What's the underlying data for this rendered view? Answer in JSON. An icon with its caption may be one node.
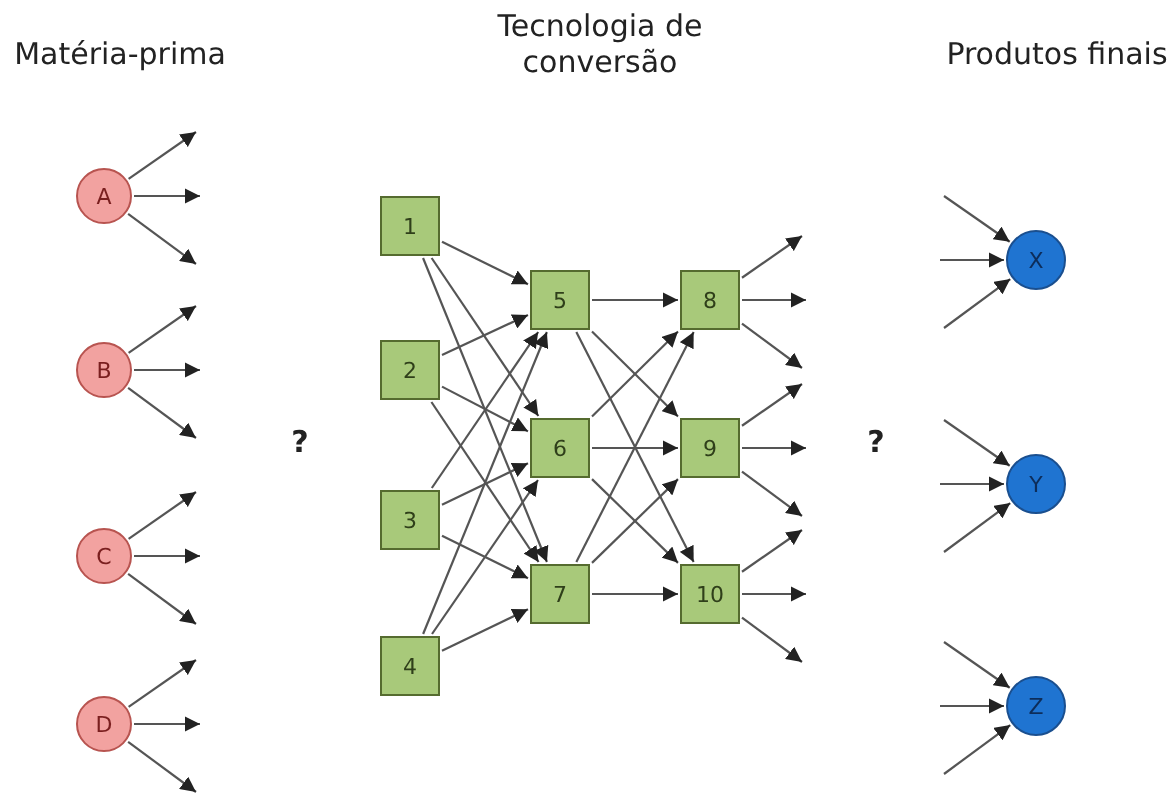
{
  "diagram": {
    "nodes": [
      {
        "text": [
          "A"
        ]
      },
      {
        "text": [
          "B"
        ]
      },
      {
        "text": [
          "C"
        ]
      },
      {
        "text": [
          "D"
        ]
      },
      {
        "text": [
          "1"
        ]
      },
      {
        "text": [
          "2"
        ]
      },
      {
        "text": [
          "3"
        ]
      },
      {
        "text": [
          "4"
        ]
      },
      {
        "text": [
          "5"
        ]
      },
      {
        "text": [
          "6"
        ]
      },
      {
        "text": [
          "7"
        ]
      },
      {
        "text": [
          "8"
        ]
      },
      {
        "text": [
          "9"
        ]
      },
      {
        "text": [
          "10"
        ]
      },
      {
        "text": [
          "X"
        ]
      },
      {
        "text": [
          "Y"
        ]
      },
      {
        "text": [
          "Z"
        ]
      }
    ],
    "edges": [
      {
        "from": 0,
        "to": null,
        "arrow": "to"
      },
      {
        "from": 0,
        "to": null,
        "arrow": "to"
      },
      {
        "from": 0,
        "to": null,
        "arrow": "to"
      },
      {
        "from": 1,
        "to": null,
        "arrow": "to"
      },
      {
        "from": 1,
        "to": null,
        "arrow": "to"
      },
      {
        "from": 1,
        "to": null,
        "arrow": "to"
      },
      {
        "from": 2,
        "to": null,
        "arrow": "to"
      },
      {
        "from": 2,
        "to": null,
        "arrow": "to"
      },
      {
        "from": 2,
        "to": null,
        "arrow": "to"
      },
      {
        "from": 3,
        "to": null,
        "arrow": "to"
      },
      {
        "from": 3,
        "to": null,
        "arrow": "to"
      },
      {
        "from": 3,
        "to": null,
        "arrow": "to"
      },
      {
        "from": 4,
        "to": 8,
        "arrow": "to"
      },
      {
        "from": 4,
        "to": 9,
        "arrow": "to"
      },
      {
        "from": 4,
        "to": 10,
        "arrow": "to"
      },
      {
        "from": 5,
        "to": 8,
        "arrow": "to"
      },
      {
        "from": 5,
        "to": 9,
        "arrow": "to"
      },
      {
        "from": 5,
        "to": 10,
        "arrow": "to"
      },
      {
        "from": 6,
        "to": 8,
        "arrow": "to"
      },
      {
        "from": 6,
        "to": 9,
        "arrow": "to"
      },
      {
        "from": 6,
        "to": 10,
        "arrow": "to"
      },
      {
        "from": 7,
        "to": 8,
        "arrow": "to"
      },
      {
        "from": 7,
        "to": 9,
        "arrow": "to"
      },
      {
        "from": 7,
        "to": 10,
        "arrow": "to"
      },
      {
        "from": 8,
        "to": 11,
        "arrow": "to"
      },
      {
        "from": 8,
        "to": 12,
        "arrow": "to"
      },
      {
        "from": 8,
        "to": 13,
        "arrow": "to"
      },
      {
        "from": 9,
        "to": 11,
        "arrow": "to"
      },
      {
        "from": 9,
        "to": 12,
        "arrow": "to"
      },
      {
        "from": 9,
        "to": 13,
        "arrow": "to"
      },
      {
        "from": 10,
        "to": 11,
        "arrow": "to"
      },
      {
        "from": 10,
        "to": 12,
        "arrow": "to"
      },
      {
        "from": 10,
        "to": 13,
        "arrow": "to"
      },
      {
        "from": 11,
        "to": null,
        "arrow": "to"
      },
      {
        "from": 11,
        "to": null,
        "arrow": "to"
      },
      {
        "from": 11,
        "to": null,
        "arrow": "to"
      },
      {
        "from": 12,
        "to": null,
        "arrow": "to"
      },
      {
        "from": 12,
        "to": null,
        "arrow": "to"
      },
      {
        "from": 12,
        "to": null,
        "arrow": "to"
      },
      {
        "from": 13,
        "to": null,
        "arrow": "to"
      },
      {
        "from": 13,
        "to": null,
        "arrow": "to"
      },
      {
        "from": 13,
        "to": null,
        "arrow": "to"
      },
      {
        "from": null,
        "to": 14,
        "arrow": "to"
      },
      {
        "from": null,
        "to": 14,
        "arrow": "to"
      },
      {
        "from": null,
        "to": 14,
        "arrow": "to"
      },
      {
        "from": null,
        "to": 15,
        "arrow": "to"
      },
      {
        "from": null,
        "to": 15,
        "arrow": "to"
      },
      {
        "from": null,
        "to": 15,
        "arrow": "to"
      },
      {
        "from": null,
        "to": 16,
        "arrow": "to"
      },
      {
        "from": null,
        "to": 16,
        "arrow": "to"
      },
      {
        "from": null,
        "to": 16,
        "arrow": "to"
      }
    ],
    "labels": [
      "Matéria-prima",
      "Tecnologia de conversão",
      "Produtos finais",
      "?",
      "?"
    ]
  }
}
